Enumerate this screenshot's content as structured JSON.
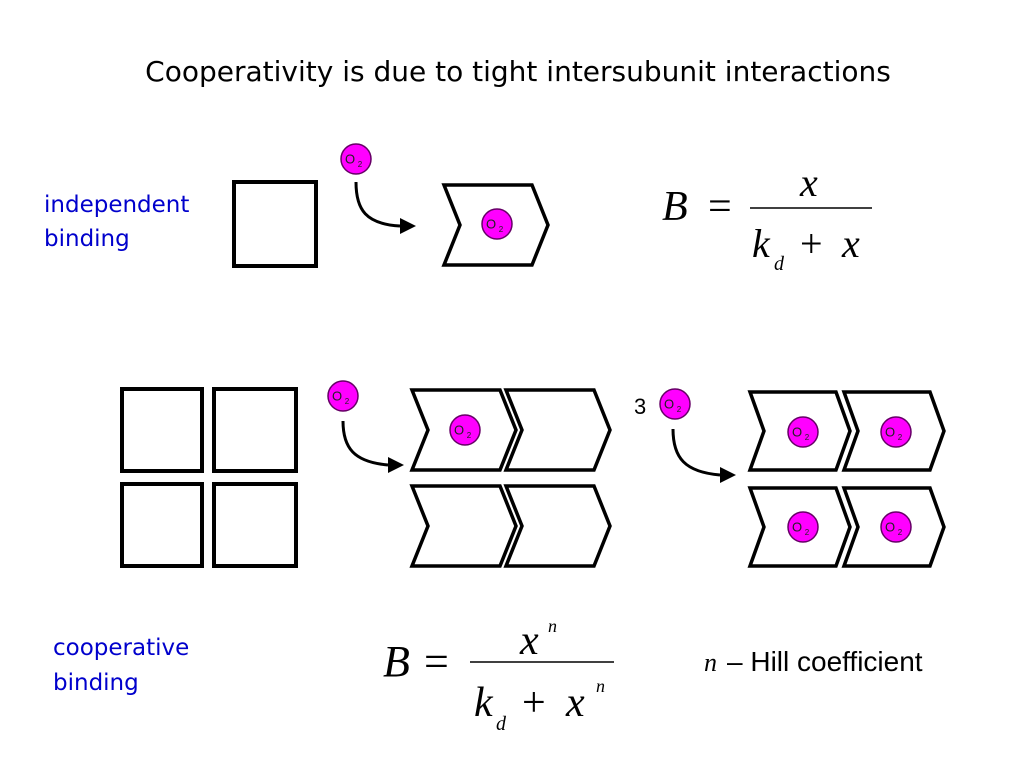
{
  "slide": {
    "title": "Cooperativity is due to tight intersubunit interactions"
  },
  "independent": {
    "label_line1": "independent",
    "label_line2": "binding",
    "equation": {
      "lhs": "B",
      "equals": "=",
      "numerator": "x",
      "denom_k": "k",
      "denom_sub": "d",
      "denom_plus": "+",
      "denom_x": "x"
    }
  },
  "cooperative": {
    "label_line1": "cooperative",
    "label_line2": "binding",
    "equation": {
      "lhs": "B",
      "equals": "=",
      "numerator": "x",
      "numerator_exp": "n",
      "denom_k": "k",
      "denom_sub": "d",
      "denom_plus": "+",
      "denom_x": "x",
      "denom_exp": "n"
    },
    "multiplier": "3",
    "hill": {
      "symbol": "n",
      "text": "– Hill coefficient"
    }
  },
  "molecule": {
    "symbol": "O",
    "subscript": "2",
    "fill_color": "#FF00FF",
    "stroke_color": "#660066"
  },
  "colors": {
    "label": "#0000CC",
    "text": "#000000"
  }
}
